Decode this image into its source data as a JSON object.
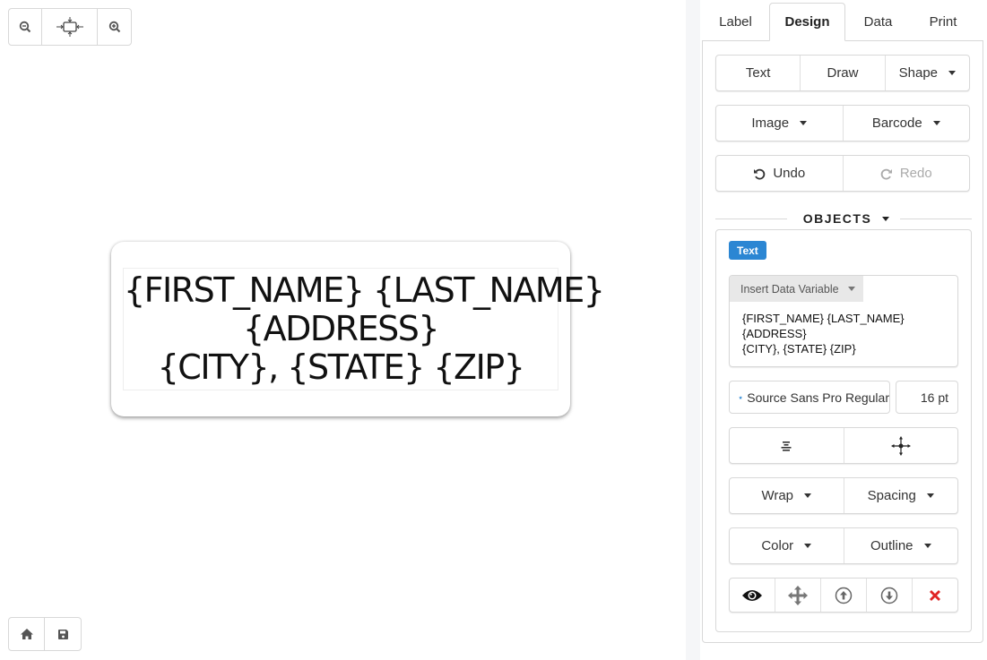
{
  "canvas": {
    "zoom_controls": {
      "zoom_out": "zoom-out-icon",
      "fit": "fit-to-screen-icon",
      "zoom_in": "zoom-in-icon"
    },
    "label": {
      "lines": [
        "{FIRST_NAME} {LAST_NAME}",
        "{ADDRESS}",
        "{CITY}, {STATE} {ZIP}"
      ]
    },
    "bottom_controls": {
      "home": "home-icon",
      "save": "save-icon"
    }
  },
  "sidebar": {
    "tabs": [
      {
        "label": "Label",
        "active": false
      },
      {
        "label": "Design",
        "active": true
      },
      {
        "label": "Data",
        "active": false
      },
      {
        "label": "Print",
        "active": false
      }
    ],
    "design": {
      "row1": {
        "text": "Text",
        "draw": "Draw",
        "shape": "Shape"
      },
      "row2": {
        "image": "Image",
        "barcode": "Barcode"
      },
      "row3": {
        "undo": "Undo",
        "redo": "Redo"
      },
      "objects_header": "OBJECTS",
      "object": {
        "type_badge": "Text",
        "badge_color": "#2b86d3",
        "insert_variable": "Insert Data Variable",
        "content_lines": [
          "{FIRST_NAME} {LAST_NAME}",
          "{ADDRESS}",
          "{CITY}, {STATE} {ZIP}"
        ],
        "font": "Source Sans Pro Regular",
        "font_size": "16 pt",
        "align_icon": "align-center-icon",
        "position_icon": "move-arrows-icon",
        "wrap": "Wrap",
        "spacing": "Spacing",
        "color": "Color",
        "outline": "Outline",
        "actions": [
          "visibility",
          "move",
          "bring-forward",
          "send-backward",
          "delete"
        ],
        "delete_color": "#e02424"
      }
    }
  }
}
